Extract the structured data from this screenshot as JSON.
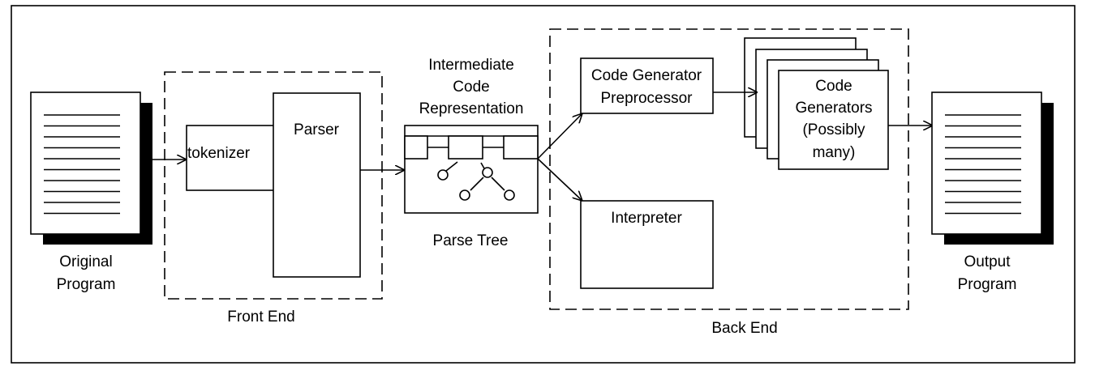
{
  "nodes": {
    "original_program": [
      "Original",
      "Program"
    ],
    "tokenizer": "tokenizer",
    "parser": "Parser",
    "front_end": "Front End",
    "intermediate": [
      "Intermediate",
      "Code",
      "Representation"
    ],
    "parse_tree": "Parse Tree",
    "code_gen_pre": [
      "Code Generator",
      "Preprocessor"
    ],
    "code_generators": [
      "Code",
      "Generators",
      "(Possibly",
      "many)"
    ],
    "interpreter": "Interpreter",
    "back_end": "Back End",
    "output_program": [
      "Output",
      "Program"
    ]
  }
}
